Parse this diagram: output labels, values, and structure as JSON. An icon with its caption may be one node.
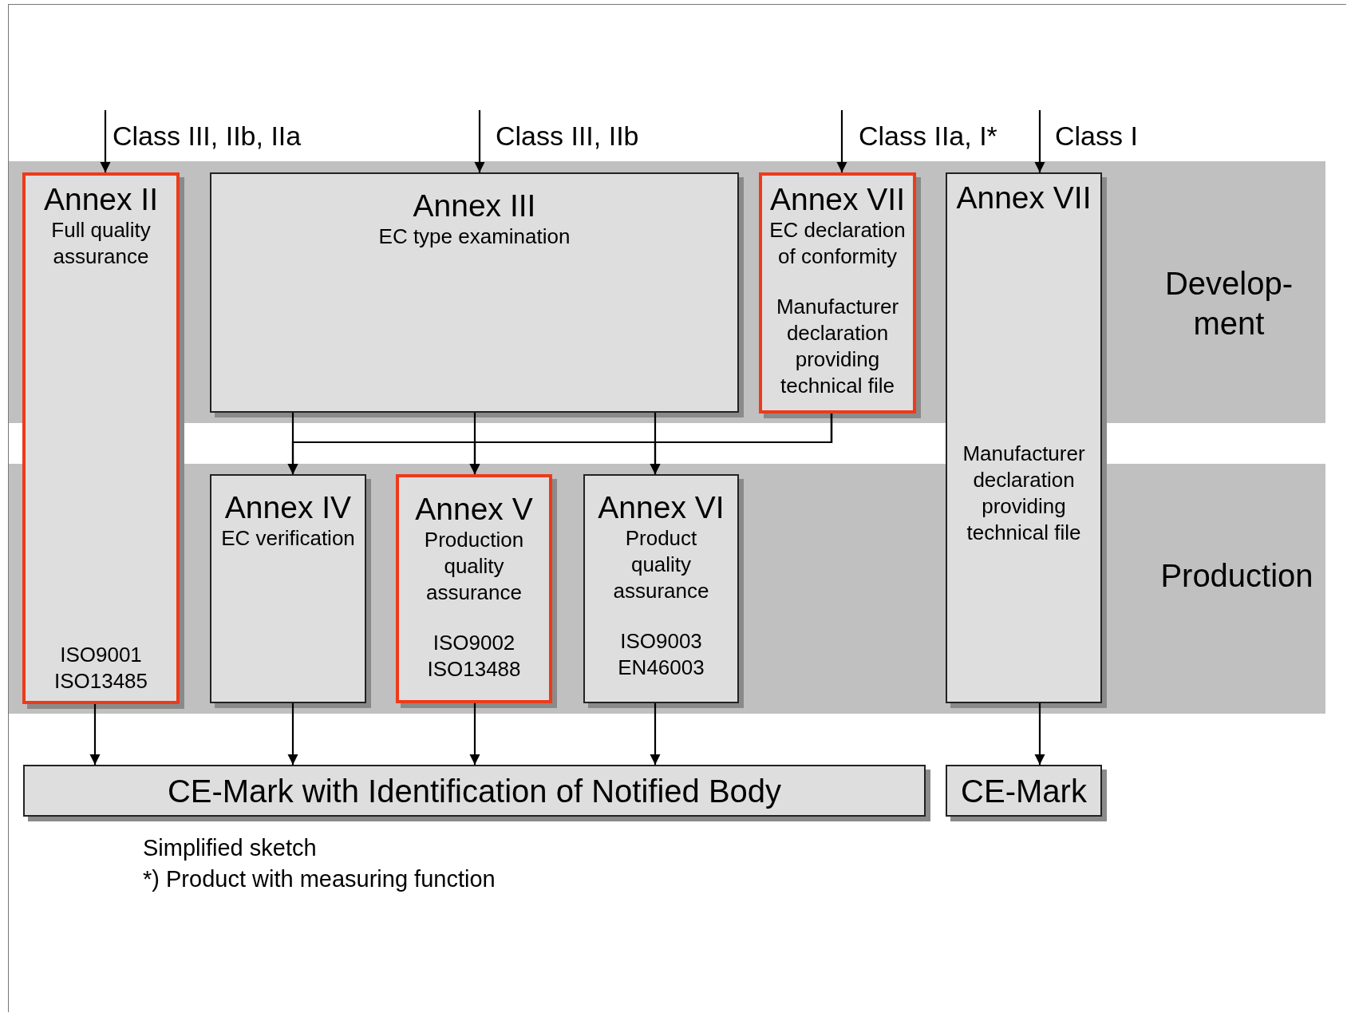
{
  "diagram": {
    "nodes": [
      {
        "text": [
          "Develop- ment"
        ]
      },
      {
        "text": [
          "Production"
        ]
      },
      {
        "text": [
          "Annex II",
          "Full quality assurance",
          "ISO9001 ISO13485"
        ]
      },
      {
        "text": [
          "Annex III",
          "EC type examination"
        ],
        "in": 0
      },
      {
        "text": [
          "Annex VII",
          "EC declaration of conformity",
          "Manufacturer declaration providing technical file"
        ],
        "in": 0
      },
      {
        "text": [
          "Annex VII",
          "Manufacturer declaration providing technical file"
        ]
      },
      {
        "text": [
          "Annex IV",
          "EC verification"
        ],
        "in": 1
      },
      {
        "text": [
          "Annex V",
          "Production quality assurance",
          "ISO9002 ISO13488"
        ],
        "in": 1
      },
      {
        "text": [
          "Annex VI",
          "Product quality assurance",
          "ISO9003 EN46003"
        ],
        "in": 1
      },
      {
        "text": [
          "CE-Mark with Identification of Notified Body"
        ]
      },
      {
        "text": [
          "CE-Mark"
        ]
      }
    ],
    "edges": [
      {
        "from": null,
        "to": 2,
        "arrow": "to",
        "label": "Class III, IIb, IIa"
      },
      {
        "from": null,
        "to": 3,
        "arrow": "to",
        "label": "Class III, IIb"
      },
      {
        "from": null,
        "to": 4,
        "arrow": "to",
        "label": "Class IIa, I*"
      },
      {
        "from": null,
        "to": 5,
        "arrow": "to",
        "label": "Class I"
      },
      {
        "from": 3,
        "to": 6,
        "arrow": "to"
      },
      {
        "from": 3,
        "to": 7,
        "arrow": "to"
      },
      {
        "from": 3,
        "to": 8,
        "arrow": "to"
      },
      {
        "from": 4,
        "to": 6,
        "arrow": "to"
      },
      {
        "from": 4,
        "to": 7,
        "arrow": "to"
      },
      {
        "from": 4,
        "to": 8,
        "arrow": "to"
      },
      {
        "from": 2,
        "to": 9,
        "arrow": "to"
      },
      {
        "from": 6,
        "to": 9,
        "arrow": "to"
      },
      {
        "from": 7,
        "to": 9,
        "arrow": "to"
      },
      {
        "from": 8,
        "to": 9,
        "arrow": "to"
      },
      {
        "from": 5,
        "to": 10,
        "arrow": "to"
      }
    ],
    "labels": [
      "Simplified sketch",
      "*) Product with measuring function"
    ]
  }
}
